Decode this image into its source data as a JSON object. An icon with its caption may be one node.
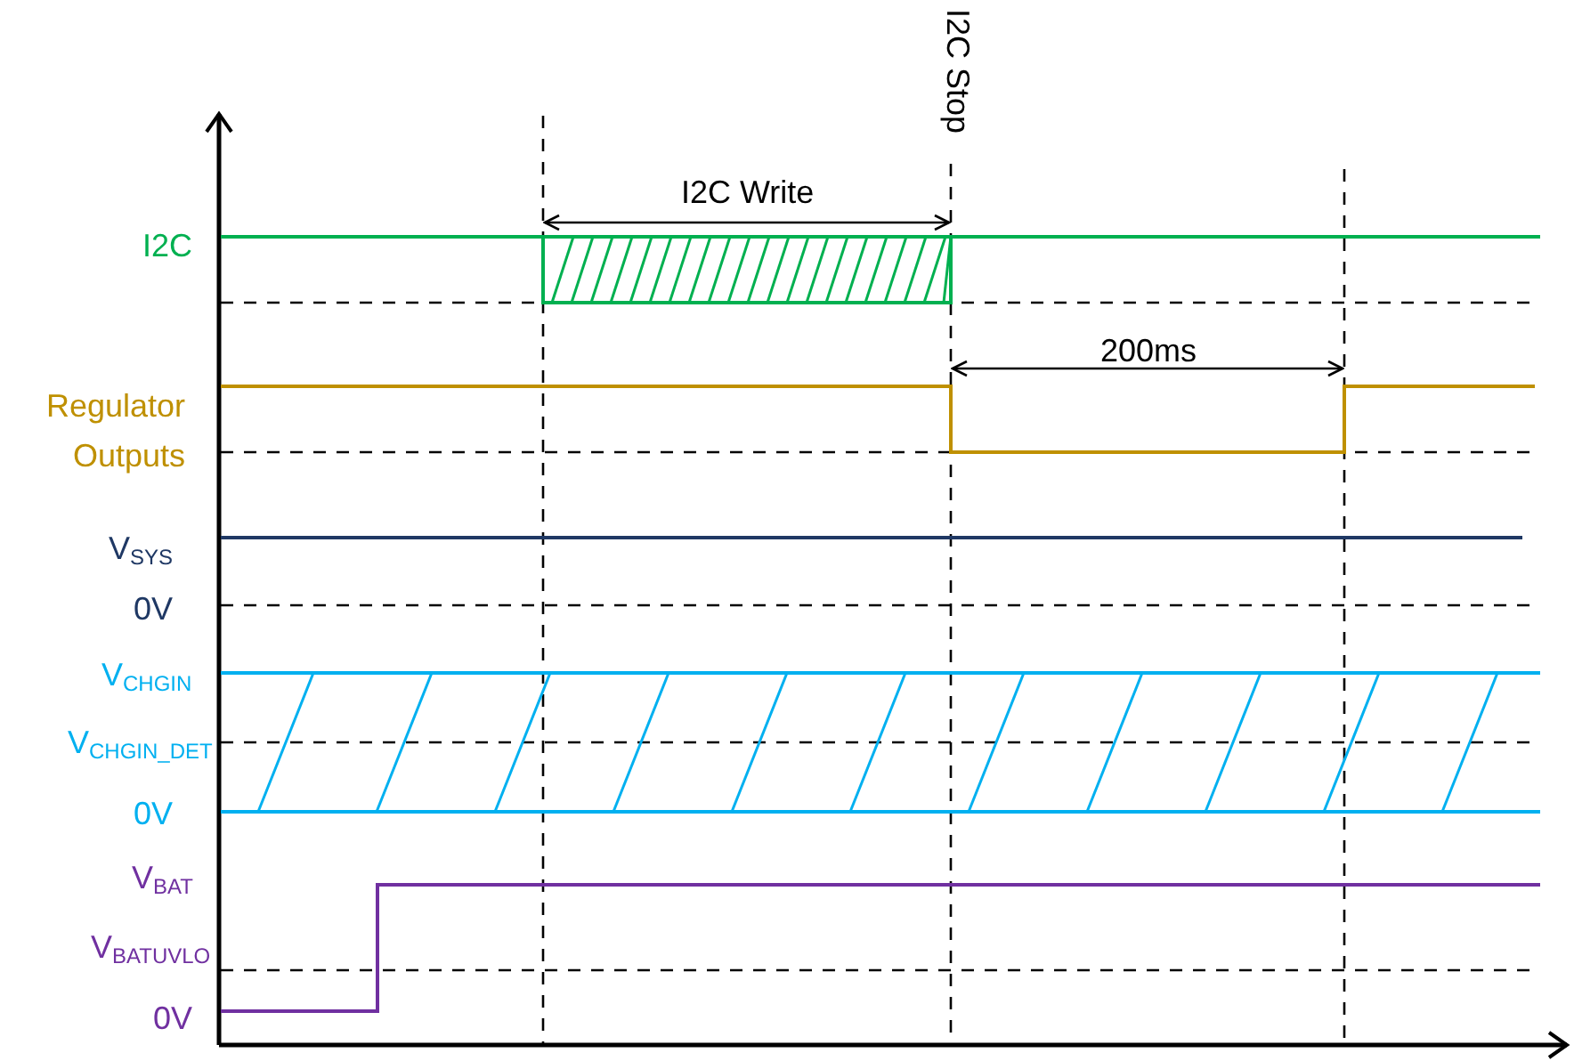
{
  "diagram": {
    "labels": [
      "I2C Stop",
      "I2C Write",
      "I2C",
      "200ms",
      "Regulator Outputs",
      "V$_{SYS}$",
      "0V",
      "V$_{CHGIN}$",
      "V$_{CHGIN_DET}$",
      "0V",
      "V$_{BAT}$",
      "V$_{BATUVLO}$",
      "0V"
    ]
  }
}
